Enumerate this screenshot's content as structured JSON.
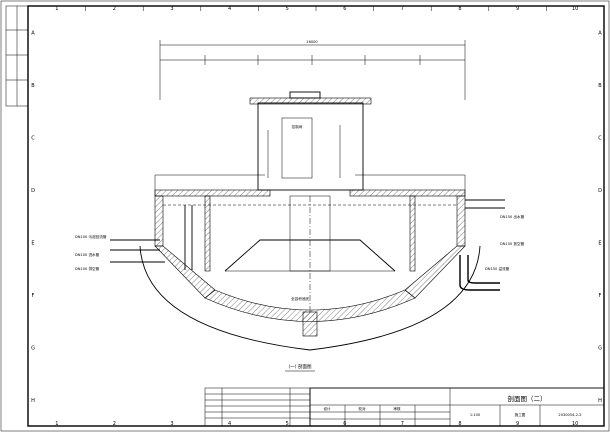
{
  "sheet": {
    "grid_columns": [
      "1",
      "2",
      "3",
      "4",
      "5",
      "6",
      "7",
      "8",
      "9",
      "10"
    ],
    "grid_rows": [
      "A",
      "B",
      "C",
      "D",
      "E",
      "F",
      "G",
      "H"
    ]
  },
  "section": {
    "caption": "(一) 剖面图"
  },
  "annotations": {
    "room": "控制间",
    "pipe_left_1": "DN100 污泥回流管",
    "pipe_left_2": "DN100 进水管",
    "pipe_left_3": "DN100 排空管",
    "pipe_right_1": "DN150 出水管",
    "pipe_right_2": "DN150 溢流管",
    "pipe_right_3": "DN150 放空管",
    "bottom_note": "全容积池底",
    "dim_total": "16000"
  },
  "title_block": {
    "drawing_title": "剖面图（二）",
    "drawing_number": "2030054-2-2",
    "scale": "1:100",
    "design": "设计",
    "check": "校对",
    "approve": "审核",
    "stage": "施工图"
  }
}
